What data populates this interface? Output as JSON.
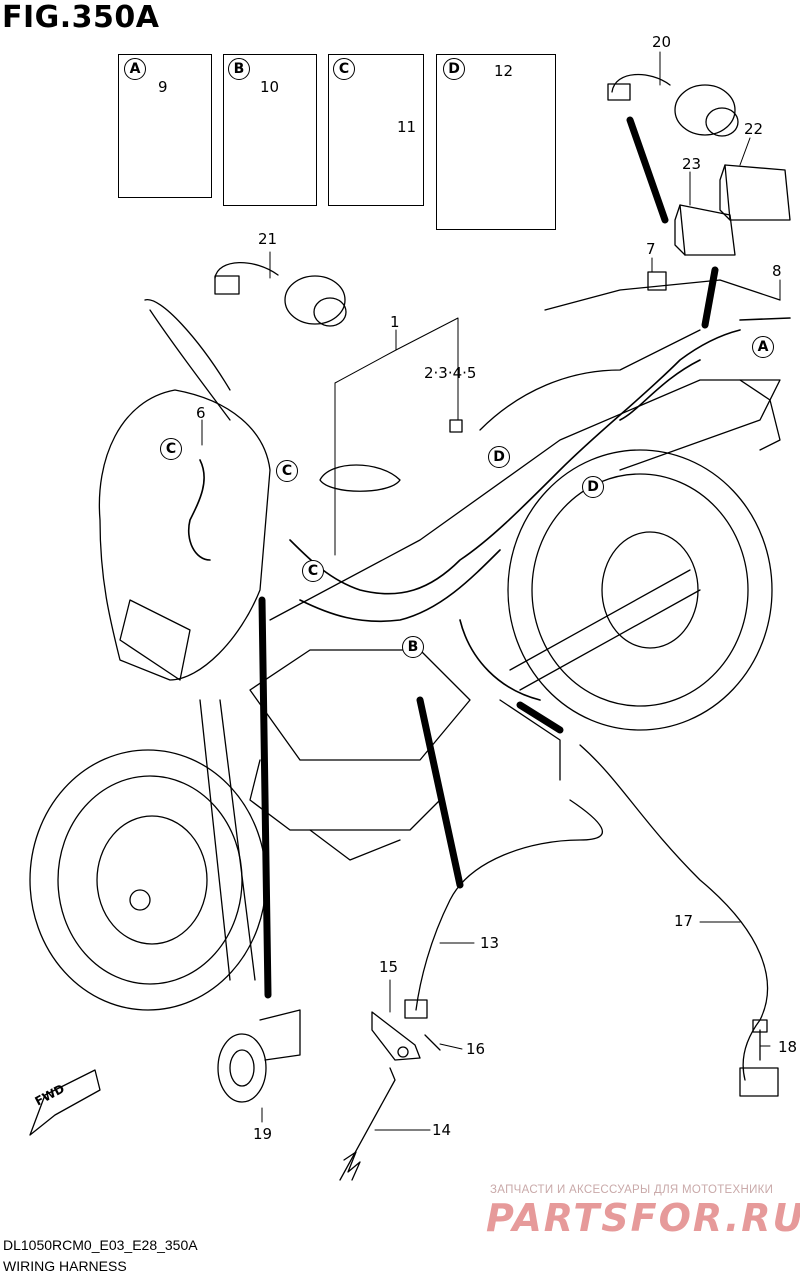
{
  "figure": {
    "title": "FIG.350A",
    "model_code": "DL1050RCM0_E03_E28_350A",
    "name": "WIRING HARNESS",
    "fwd_label": "FWD"
  },
  "insets": [
    {
      "letter": "A",
      "part": "9"
    },
    {
      "letter": "B",
      "part": "10"
    },
    {
      "letter": "C",
      "part": "11"
    },
    {
      "letter": "D",
      "part": "12"
    }
  ],
  "callouts": {
    "p1": "1",
    "p2345": "2·3·4·5",
    "p6": "6",
    "p7": "7",
    "p8": "8",
    "p13": "13",
    "p14": "14",
    "p15": "15",
    "p16": "16",
    "p17": "17",
    "p18": "18",
    "p19": "19",
    "p20": "20",
    "p21": "21",
    "p22": "22",
    "p23": "23"
  },
  "location_markers": {
    "a1": "A",
    "b1": "B",
    "c1": "C",
    "c2": "C",
    "c3": "C",
    "d1": "D",
    "d2": "D"
  },
  "watermark": {
    "tagline": "ЗАПЧАСТИ И АКСЕССУАРЫ ДЛЯ МОТОТЕХНИКИ",
    "brand": "PARTSFOR.RU"
  },
  "colors": {
    "line": "#000000",
    "watermark_brand": "#e69a9a",
    "watermark_tagline": "#c9a9a9"
  }
}
